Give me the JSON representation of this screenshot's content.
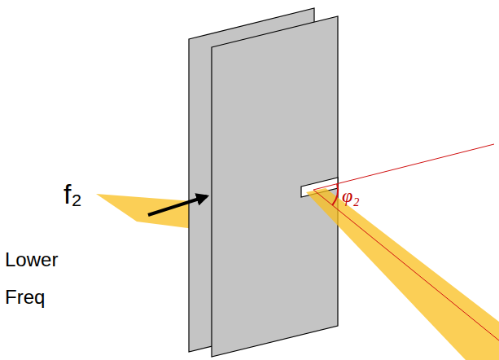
{
  "diagram": {
    "labels": [
      "f₂",
      "Lower Freq",
      "φ₂"
    ]
  }
}
